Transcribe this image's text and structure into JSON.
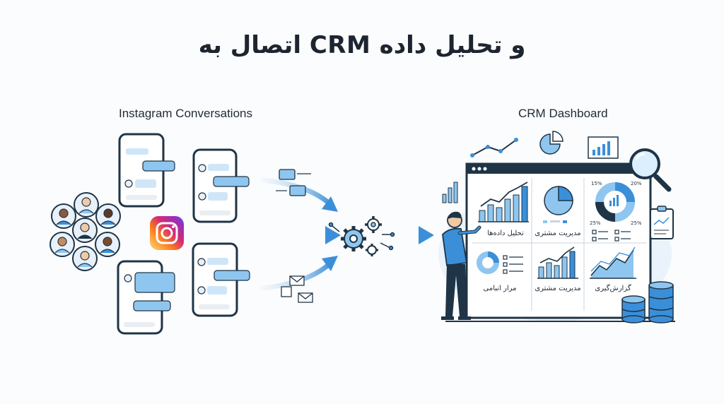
{
  "title": "اتصال به CRM و تحلیل داده",
  "left_section": {
    "label": "Instagram Conversations"
  },
  "right_section": {
    "label": "CRM Dashboard"
  },
  "dashboard": {
    "widgets": [
      {
        "label": "تحلیل داده‌ها"
      },
      {
        "label": "مدیریت مشتری"
      },
      {
        "label": "مرار انبامی"
      },
      {
        "label": "مدیریت مشتری"
      },
      {
        "label": "گزارش‌گیری"
      }
    ],
    "donut_percents": [
      "15%",
      "20%",
      "25%",
      "25%"
    ]
  },
  "colors": {
    "accent": "#3b8fd9",
    "light_blue": "#8ec6ef",
    "dark": "#1f3446",
    "background": "#fbfcfd"
  },
  "icons": [
    "instagram-icon",
    "gear-icon",
    "magnifier-icon",
    "database-icon",
    "envelope-icon"
  ]
}
